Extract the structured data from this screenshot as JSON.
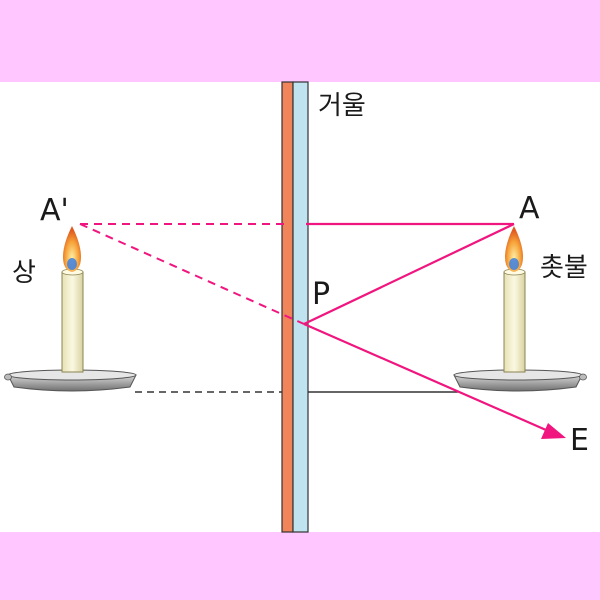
{
  "labels": {
    "mirror": "거울",
    "object_point": "A",
    "image_point": "A'",
    "image_label": "상",
    "object_label": "촛불",
    "reflection_point": "P",
    "eye_point": "E"
  },
  "colors": {
    "band": "#ffc6ff",
    "ray": "#f0157f",
    "mirror_front": "#bfe3ef",
    "mirror_back": "#f0845a",
    "candle_body": "#f3eecb",
    "dish": "#8c8c8c"
  }
}
